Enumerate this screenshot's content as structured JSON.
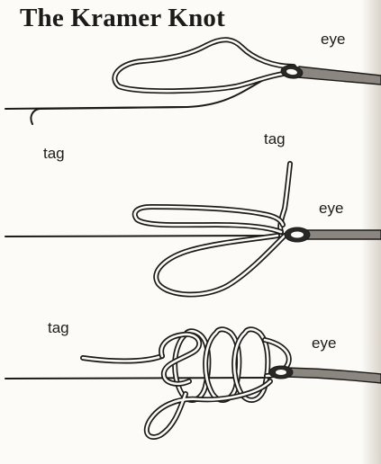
{
  "title": "The Kramer Knot",
  "labels": {
    "eye_1": "eye",
    "tag_1": "tag",
    "tag_2": "tag",
    "eye_2": "eye",
    "tag_3": "tag",
    "eye_3": "eye"
  }
}
